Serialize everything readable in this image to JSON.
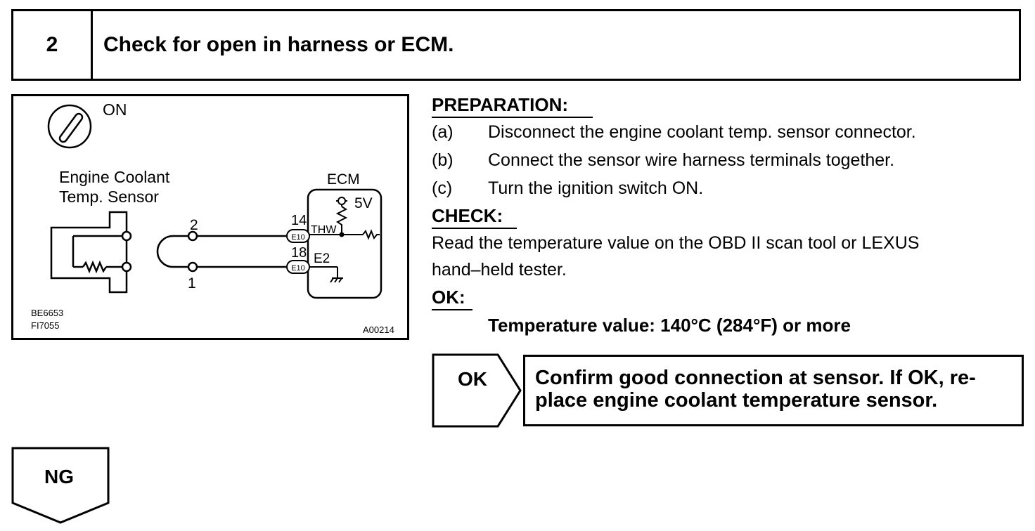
{
  "step": {
    "number": "2",
    "title": "Check for open in harness or ECM."
  },
  "diagram": {
    "ignition_label": "ON",
    "sensor_label_line1": "Engine Coolant",
    "sensor_label_line2": "Temp. Sensor",
    "ecm_label": "ECM",
    "voltage_label": "5V",
    "pin_sensor_2": "2",
    "pin_sensor_1": "1",
    "pin_ecm_14": "14",
    "pin_ecm_18": "18",
    "connector_top": "E10",
    "connector_bottom": "E10",
    "signal_thw": "THW",
    "signal_e2": "E2",
    "code_1": "BE6653",
    "code_2": "FI7055",
    "code_3": "A00214"
  },
  "preparation": {
    "heading": "PREPARATION:",
    "items": [
      {
        "marker": "(a)",
        "text": "Disconnect the engine coolant temp. sensor connector."
      },
      {
        "marker": "(b)",
        "text": "Connect the sensor wire harness terminals together."
      },
      {
        "marker": "(c)",
        "text": "Turn the ignition switch ON."
      }
    ]
  },
  "check": {
    "heading": "CHECK:",
    "line1": "Read the temperature value on the OBD II scan tool or LEXUS",
    "line2": "hand–held tester."
  },
  "ok_criteria": {
    "heading": "OK:",
    "value": "Temperature value: 140°C (284°F) or more"
  },
  "ok_result": {
    "label": "OK",
    "action_line1": "Confirm good connection at sensor. If OK, re-",
    "action_line2": "place engine coolant temperature sensor."
  },
  "ng_result": {
    "label": "NG"
  }
}
